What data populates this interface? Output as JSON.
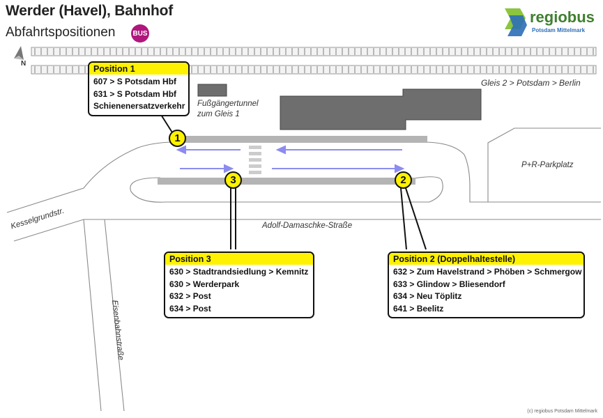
{
  "header": {
    "title": "Werder (Havel), Bahnhof",
    "subtitle": "Abfahrtspositionen",
    "bus_badge": "BUS"
  },
  "logo": {
    "name": "regiobus",
    "sub": "Potsdam Mittelmark"
  },
  "compass": {
    "letter": "N"
  },
  "labels": {
    "gleis": "Gleis 2 > Potsdam > Berlin",
    "tunnel_line1": "Fußgängertunnel",
    "tunnel_line2": "zum Gleis 1",
    "parking": "P+R-Parkplatz",
    "street_main": "Adolf-Damaschke-Straße",
    "street_kessel": "Kesselgrundstr.",
    "street_eisenbahn": "Eisenbahnstraße"
  },
  "positions": [
    {
      "number": "1",
      "title": "Position 1",
      "lines": [
        "607 > S Potsdam Hbf",
        "631 > S Potsdam Hbf",
        "Schienenersatzverkehr"
      ]
    },
    {
      "number": "2",
      "title": "Position 2 (Doppelhaltestelle)",
      "lines": [
        "632 > Zum Havelstrand > Phöben > Schmergow",
        "633 > Glindow > Bliesendorf",
        "634 > Neu Töplitz",
        "641 > Beelitz"
      ]
    },
    {
      "number": "3",
      "title": "Position 3",
      "lines": [
        "630 > Stadtrandsiedlung > Kemnitz",
        "630 > Werderpark",
        "632 > Post",
        "634 > Post"
      ]
    }
  ],
  "copyright": "(c) regiobus Potsdam Mittelmark",
  "colors": {
    "highlight": "#fff200",
    "bus_badge": "#b0177d",
    "logo_green": "#3f7f2f",
    "logo_blue": "#2c6fb7",
    "arrow": "#8b8bf0",
    "building": "#6e6e6e",
    "platform": "#b4b4b4"
  }
}
